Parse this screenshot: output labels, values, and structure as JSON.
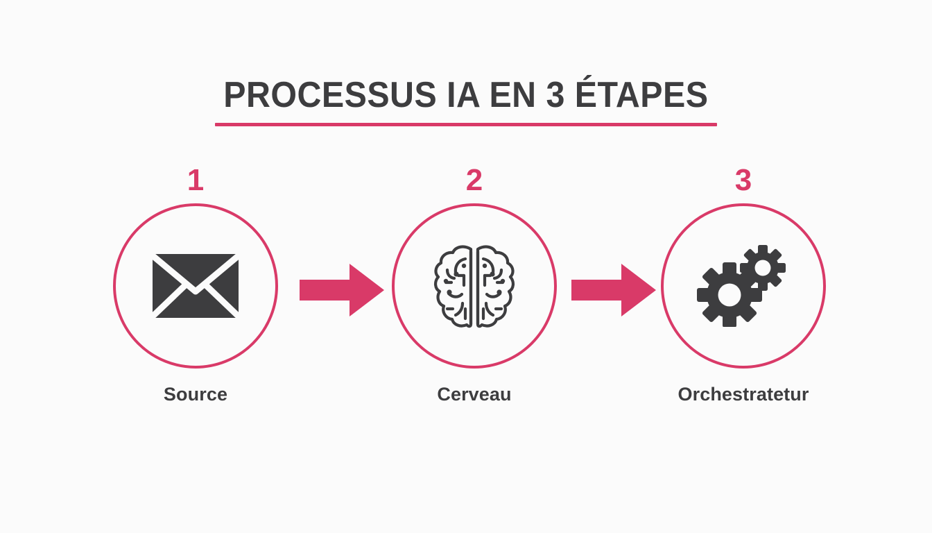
{
  "background_color": "#fbfbfb",
  "accent_color": "#d93a68",
  "text_color": "#3d3d3f",
  "header": {
    "title": "PROCESSUS IA EN 3 ÉTAPES",
    "underline": "title-underline-rule"
  },
  "steps": [
    {
      "number": "1",
      "label": "Source",
      "icon": "envelope-icon"
    },
    {
      "number": "2",
      "label": "Cerveau",
      "icon": "brain-icon"
    },
    {
      "number": "3",
      "label": "Orchestratetur",
      "icon": "gears-icon"
    }
  ],
  "connectors": [
    {
      "icon": "arrow-right-icon"
    },
    {
      "icon": "arrow-right-icon"
    }
  ]
}
